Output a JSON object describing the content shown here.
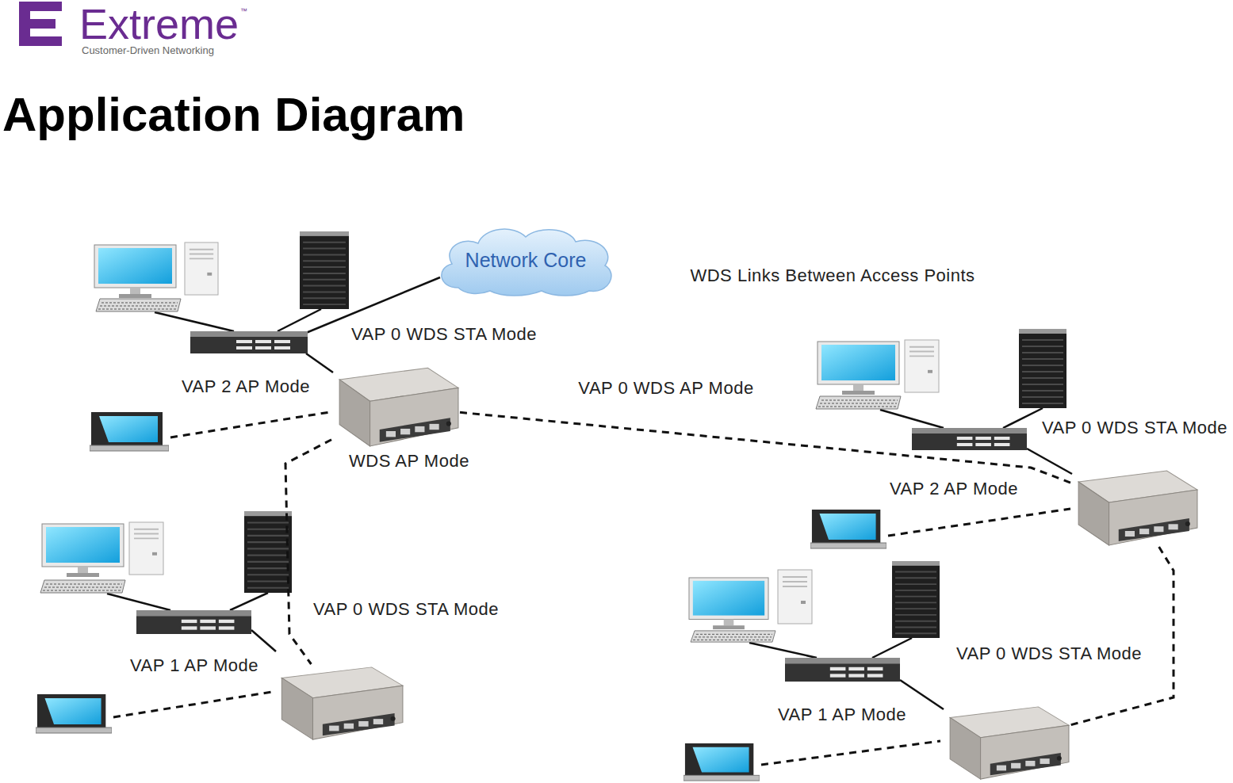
{
  "diagram": {
    "title": "Application Diagram",
    "nodes": [
      {
        "text": [
          "Network Core"
        ]
      },
      {
        "text": [
          "VAP 0 WDS STA Mode",
          "WDS AP Mode"
        ]
      },
      {
        "text": [
          "VAP 0 WDS STA Mode"
        ]
      },
      {
        "text": [
          "VAP 0 WDS STA Mode"
        ]
      },
      {
        "text": [
          "VAP 0 WDS STA Mode"
        ]
      }
    ],
    "edges": [
      {
        "from": 1,
        "to": 2,
        "arrow": "none",
        "label": "VAP 0 WDS AP Mode"
      },
      {
        "from": 1,
        "to": 3,
        "arrow": "none"
      },
      {
        "from": 2,
        "to": 4,
        "arrow": "none"
      }
    ],
    "labels": [
      "Extreme",
      "™",
      "Customer-Driven Networking",
      "WDS Links Between Access Points",
      "VAP 2 AP Mode",
      "VAP 2 AP Mode",
      "VAP 1 AP Mode",
      "VAP 1 AP Mode"
    ]
  }
}
